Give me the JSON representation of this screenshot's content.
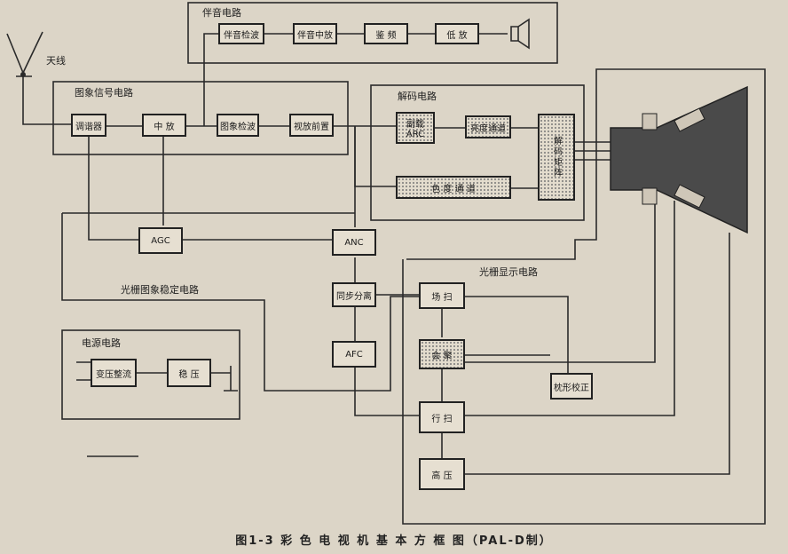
{
  "sections": {
    "sound": "伴音电路",
    "image": "图象信号电路",
    "decode": "解码电路",
    "raster_stable": "光栅图象稳定电路",
    "raster_display": "光栅显示电路",
    "power": "电源电路",
    "antenna": "天线"
  },
  "blocks": {
    "sound_detect": "伴音检波",
    "sound_if": "伴音中放",
    "discriminator": "鉴  频",
    "audio_amp": "低  放",
    "tuner": "调谐器",
    "if_amp": "中  放",
    "image_detect": "图象检波",
    "video_pre": "视放前置",
    "acc_arc": "副载ARC",
    "luma": "亮度通道",
    "chroma": "色  度  通  道",
    "matrix": "解码矩阵",
    "agc": "AGC",
    "anc": "ANC",
    "sync_sep": "同步分离",
    "afc": "AFC",
    "field_scan": "场  扫",
    "convergence": "会  聚",
    "pincushion": "枕形校正",
    "line_scan": "行  扫",
    "hv": "高  压",
    "transformer": "变压整流",
    "regulator": "稳  压"
  },
  "caption": "图1-3   彩 色 电 视 机 基 本 方 框 图（PAL-D制）"
}
